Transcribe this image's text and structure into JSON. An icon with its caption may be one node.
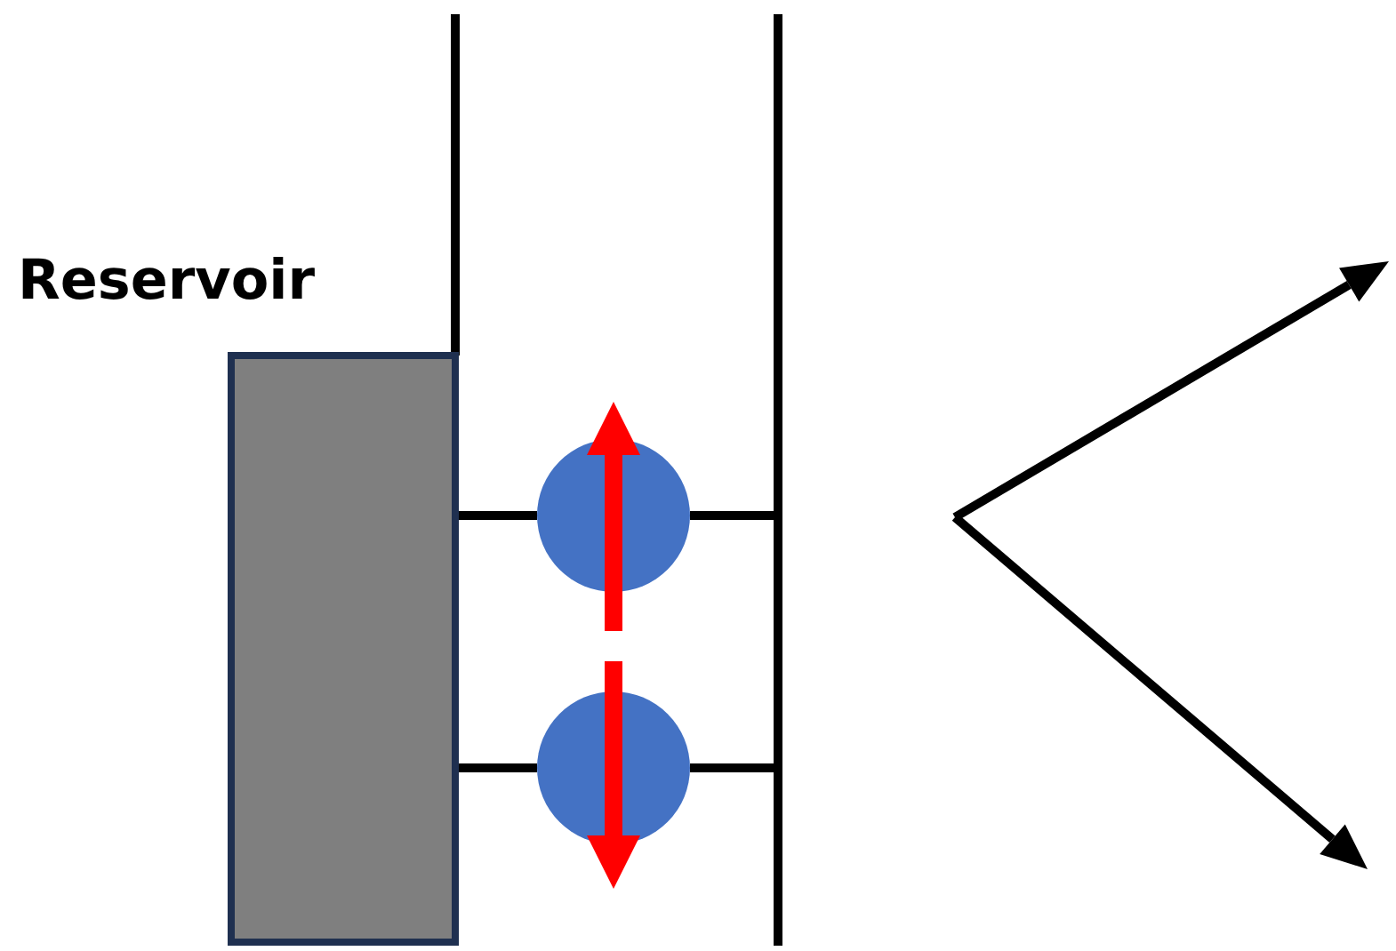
{
  "diagram": {
    "nodes": [
      {
        "text": [
          "Reservoir"
        ]
      },
      {
        "text": [],
        "shape": "circle"
      },
      {
        "text": [],
        "shape": "circle"
      },
      {
        "text": [],
        "shape": "bar"
      }
    ],
    "edges": [
      {
        "from": 0,
        "to": 1,
        "arrow": "none"
      },
      {
        "from": 1,
        "to": 3,
        "arrow": "none"
      },
      {
        "from": 0,
        "to": 2,
        "arrow": "none"
      },
      {
        "from": 2,
        "to": 3,
        "arrow": "none"
      }
    ]
  }
}
